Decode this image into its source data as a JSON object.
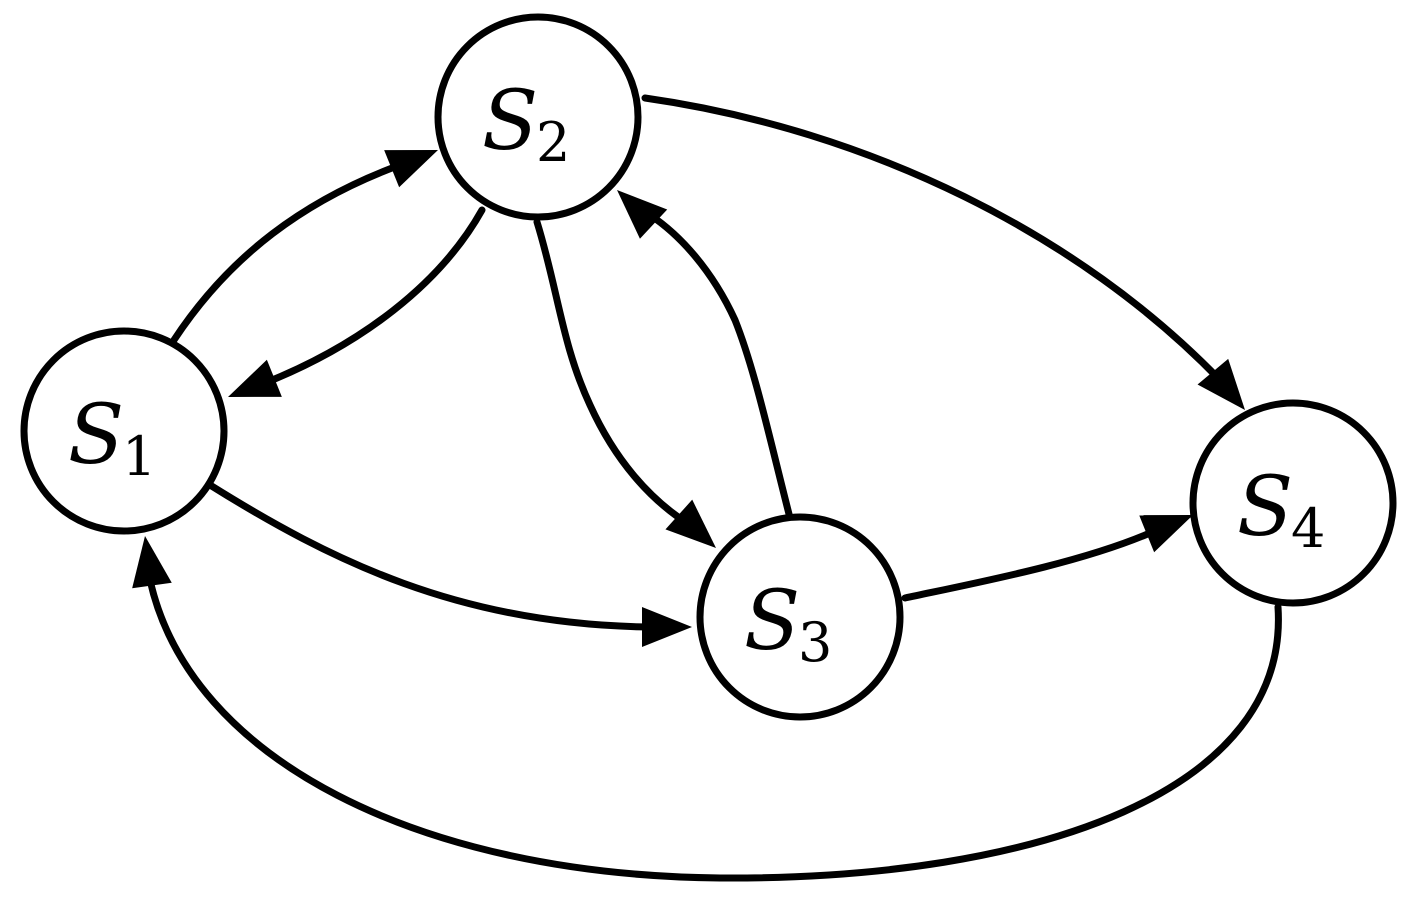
{
  "nodes": [
    {
      "id": "s1",
      "letter": "S",
      "subscript": "1"
    },
    {
      "id": "s2",
      "letter": "S",
      "subscript": "2"
    },
    {
      "id": "s3",
      "letter": "S",
      "subscript": "3"
    },
    {
      "id": "s4",
      "letter": "S",
      "subscript": "4"
    }
  ],
  "edges": [
    {
      "from": "s1",
      "to": "s2"
    },
    {
      "from": "s2",
      "to": "s1"
    },
    {
      "from": "s2",
      "to": "s3"
    },
    {
      "from": "s3",
      "to": "s2"
    },
    {
      "from": "s1",
      "to": "s3"
    },
    {
      "from": "s3",
      "to": "s4"
    },
    {
      "from": "s2",
      "to": "s4"
    },
    {
      "from": "s4",
      "to": "s1"
    }
  ],
  "colors": {
    "stroke": "#000000",
    "node_fill": "#ffffff",
    "background": "#ffffff"
  }
}
